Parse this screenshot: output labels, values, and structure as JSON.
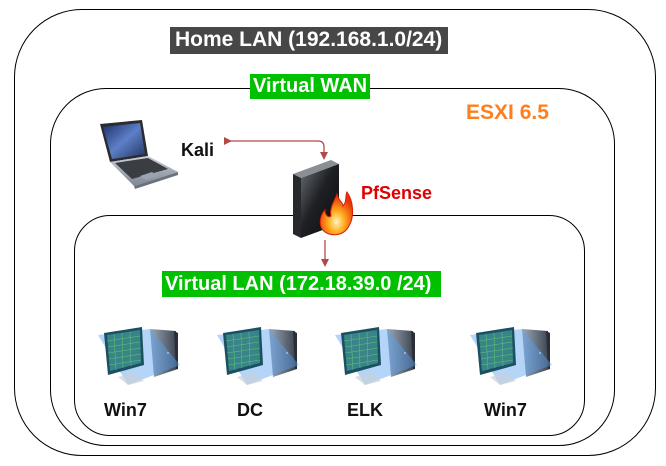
{
  "diagram": {
    "zones": {
      "home_lan": "Home LAN (192.168.1.0/24)",
      "virtual_wan": "Virtual WAN",
      "esxi": "ESXI 6.5",
      "virtual_lan": "Virtual LAN (172.18.39.0 /24)"
    },
    "nodes": {
      "kali": {
        "label": "Kali",
        "icon": "laptop-icon"
      },
      "pfsense": {
        "label": "PfSense",
        "icon": "firewall-icon"
      },
      "hosts": [
        {
          "label": "Win7",
          "icon": "desktop-computer-icon"
        },
        {
          "label": "DC",
          "icon": "desktop-computer-icon"
        },
        {
          "label": "ELK",
          "icon": "desktop-computer-icon"
        },
        {
          "label": "Win7",
          "icon": "desktop-computer-icon"
        }
      ]
    },
    "connections": [
      {
        "from": "Kali",
        "to": "PfSense",
        "type": "bidirectional"
      },
      {
        "from": "PfSense",
        "to": "Virtual LAN (172.18.39.0 /24)",
        "type": "directed"
      }
    ],
    "colors": {
      "home_lan_bg": "#474747",
      "virtual_net_bg": "#00c000",
      "esxi_text": "#ff7f1e",
      "pfsense_text": "#e00000",
      "arrow": "#b04a48"
    }
  }
}
